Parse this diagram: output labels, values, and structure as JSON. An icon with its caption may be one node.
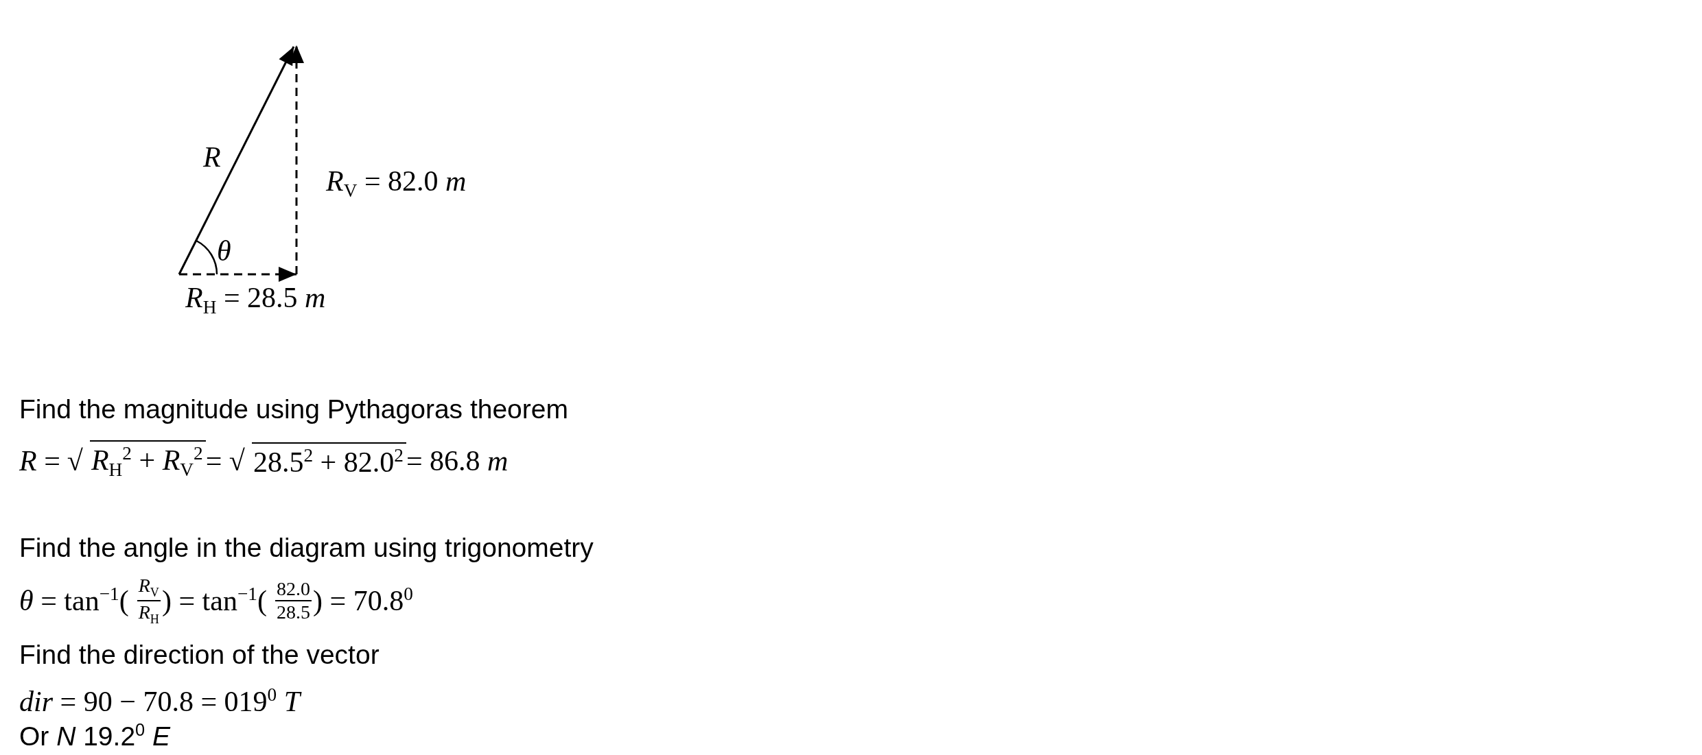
{
  "diagram": {
    "labels": [
      "R",
      "θ",
      "*R*$_{V}$ = 82.0 *m*",
      "*R*$_{H}$ = 28.5 *m*",
      "Find the magnitude using Pythagoras theorem",
      "*R* =",
      "√",
      "*R*$_{H}$$^{2}$ + *R*$_{V}$$^{2}$",
      "= √",
      "28.5$^{2}$ + 82.0$^{2}$",
      "= 86.8 *m*",
      "Find the angle in the diagram using trigonometry",
      "*θ* = tan$^{−1}$(",
      "*R*$_{V}$",
      "*R*$_{H}$",
      ") = tan$^{−1}$(",
      "82.0",
      "28.5",
      ") = 70.8$^{0}$",
      "Find the direction of the vector",
      "*dir* = 90 − 70.8 = 019$^{0}$ *T*",
      "Or *N* 19.2$^{0}$ *E*"
    ]
  }
}
